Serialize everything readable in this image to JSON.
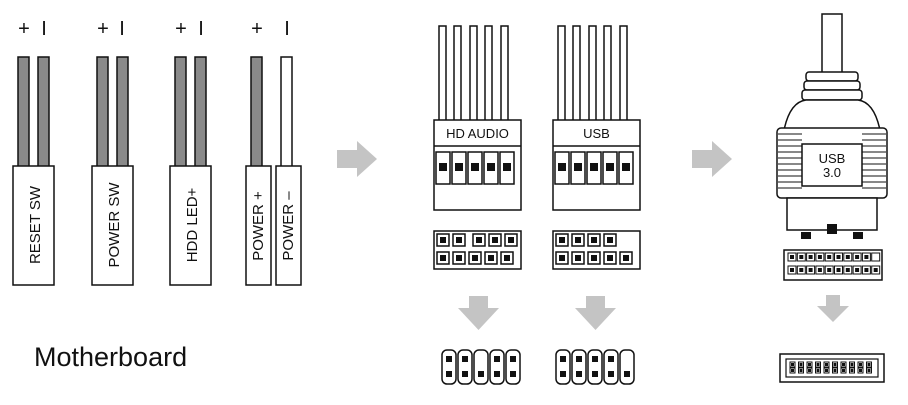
{
  "polarity": {
    "plus": "+",
    "minus": "I"
  },
  "front_panel_leads": [
    {
      "id": "reset-sw",
      "label": "RESET SW",
      "left_wire": "gray",
      "right_wire": "gray"
    },
    {
      "id": "power-sw",
      "label": "POWER SW",
      "left_wire": "gray",
      "right_wire": "gray"
    },
    {
      "id": "hdd-led",
      "label": "HDD LED+",
      "left_wire": "gray",
      "right_wire": "gray"
    },
    {
      "id": "power-plus",
      "label": "POWER +",
      "left_wire": "gray"
    },
    {
      "id": "power-minus",
      "label": "POWER –",
      "left_wire": "white"
    }
  ],
  "connectors": {
    "hd_audio": {
      "label": "HD AUDIO"
    },
    "usb": {
      "label": "USB"
    },
    "usb3": {
      "label_line1": "USB",
      "label_line2": "3.0"
    }
  },
  "footer": {
    "motherboard_label": "Motherboard"
  },
  "colors": {
    "wire_gray": "#8a8a8a",
    "arrow_gray": "#c4c4c4",
    "outline": "#111111"
  },
  "icons": [
    "right-arrow-icon",
    "down-arrow-icon"
  ]
}
